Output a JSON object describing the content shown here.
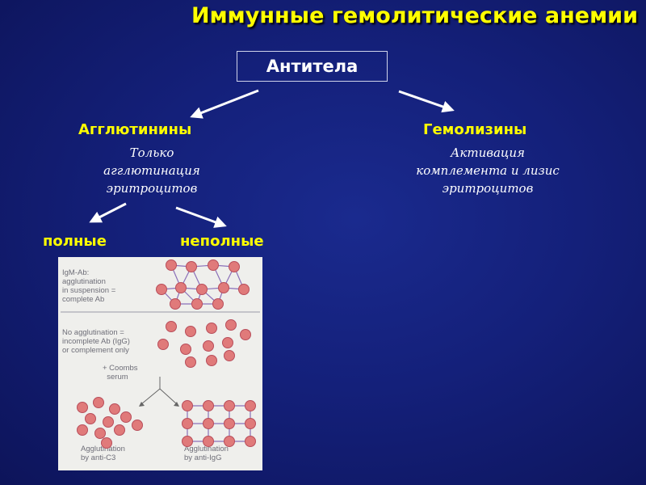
{
  "title": "Иммунные гемолитические анемии",
  "root_label": "Антитела",
  "left": {
    "heading": "Агглютинины",
    "desc_lines": [
      "Только",
      "агглютинация",
      "эритроцитов"
    ]
  },
  "right": {
    "heading": "Гемолизины",
    "desc_lines": [
      "Активация",
      "комплемента и лизис",
      "эритроцитов"
    ]
  },
  "subtypes": {
    "complete": "полные",
    "incomplete": "неполные"
  },
  "figure": {
    "igm_label": "IgM-Ab:\nagglutination\nin suspension =\ncomplete Ab",
    "no_agglut_label": "No agglutination =\nincomplete Ab (IgG)\nor complement only",
    "coombs_label": "+ Coombs\n  serum",
    "anti_c3_label": "Agglutination\nby anti-C3",
    "anti_igg_label": "Agglutination\nby anti-IgG"
  },
  "colors": {
    "title": "#ffff00",
    "heading": "#ffff00",
    "text": "#ffffff",
    "cell": "#e07a7a"
  }
}
